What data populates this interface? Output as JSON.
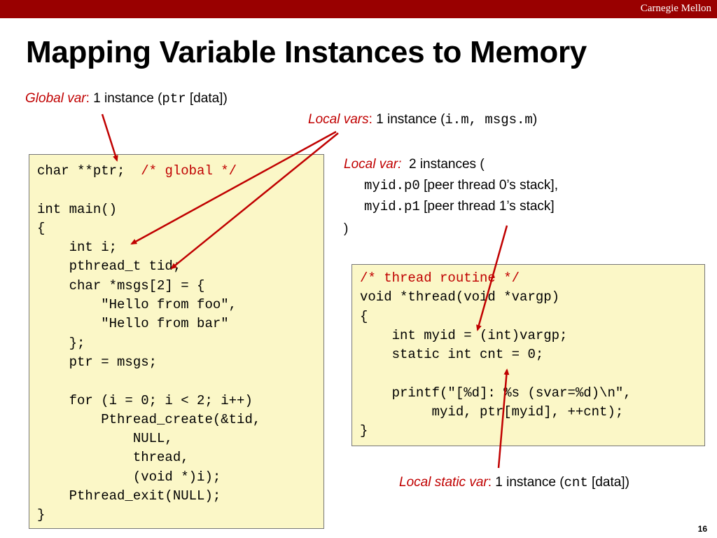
{
  "header": {
    "brand": "Carnegie Mellon"
  },
  "title": "Mapping Variable Instances to Memory",
  "annotations": {
    "global": {
      "label": "Global var",
      "colon": ": ",
      "text1": "1 instance (",
      "mono": "ptr",
      "text2": " [data])"
    },
    "locals": {
      "label": "Local vars",
      "colon": ": ",
      "text1": "1 instance (",
      "mono": "i.m, msgs.m",
      "text2": ")"
    },
    "local_var": {
      "label": "Local var:",
      "text1": "2 instances (",
      "line2_mono": "myid.p0",
      "line2_text": " [peer thread 0’s stack],",
      "line3_mono": "myid.p1",
      "line3_text": " [peer thread 1’s stack]",
      "close": ")"
    },
    "static": {
      "label": "Local static var",
      "colon": ": ",
      "text1": "1 instance (",
      "mono": "cnt",
      "text2": " [data])"
    }
  },
  "main_code": {
    "line1_code": "char **ptr;  ",
    "line1_comment": "/* global */",
    "lines": [
      "",
      "int main()",
      "{",
      "    int i;",
      "    pthread_t tid;",
      "    char *msgs[2] = {",
      "        \"Hello from foo\",",
      "        \"Hello from bar\"",
      "    };",
      "    ptr = msgs;",
      "",
      "    for (i = 0; i < 2; i++)",
      "        Pthread_create(&tid,",
      "            NULL,",
      "            thread,",
      "            (void *)i);",
      "    Pthread_exit(NULL);",
      "}"
    ]
  },
  "thread_code": {
    "line1_comment": "/* thread routine */",
    "lines": [
      "void *thread(void *vargp)",
      "{",
      "    int myid = (int)vargp;",
      "    static int cnt = 0;",
      "",
      "    printf(\"[%d]: %s (svar=%d)\\n\",",
      "         myid, ptr[myid], ++cnt);",
      "}"
    ]
  },
  "page_number": "16",
  "colors": {
    "header_bar": "#990000",
    "label_red": "#c00000",
    "code_bg": "#fbf7c7",
    "arrow": "#c00000"
  }
}
